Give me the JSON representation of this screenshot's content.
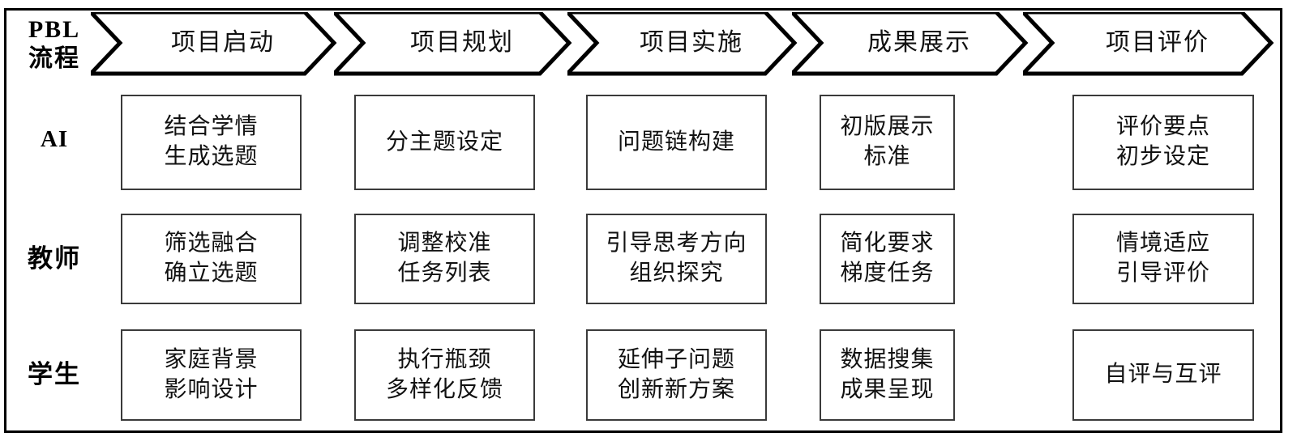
{
  "figure": {
    "title_label_line1": "PBL",
    "title_label_line2": "流程",
    "border_color": "#000000",
    "cell_border_color": "#3a3a3a",
    "background": "#ffffff"
  },
  "process": {
    "stages": [
      {
        "label": "项目启动"
      },
      {
        "label": "项目规划"
      },
      {
        "label": "项目实施"
      },
      {
        "label": "成果展示"
      },
      {
        "label": "项目评价"
      }
    ]
  },
  "rows": [
    {
      "label": "AI",
      "script": "latin",
      "cells": [
        {
          "lines": [
            "结合学情",
            "生成选题"
          ]
        },
        {
          "lines": [
            "分主题设定"
          ]
        },
        {
          "lines": [
            "问题链构建"
          ]
        },
        {
          "lines": [
            "初版展示",
            "标准"
          ]
        },
        {
          "lines": [
            "评价要点",
            "初步设定"
          ]
        }
      ]
    },
    {
      "label": "教师",
      "script": "cjk",
      "cells": [
        {
          "lines": [
            "筛选融合",
            "确立选题"
          ]
        },
        {
          "lines": [
            "调整校准",
            "任务列表"
          ]
        },
        {
          "lines": [
            "引导思考方向",
            "组织探究"
          ]
        },
        {
          "lines": [
            "简化要求",
            "梯度任务"
          ]
        },
        {
          "lines": [
            "情境适应",
            "引导评价"
          ]
        }
      ]
    },
    {
      "label": "学生",
      "script": "cjk",
      "cells": [
        {
          "lines": [
            "家庭背景",
            "影响设计"
          ]
        },
        {
          "lines": [
            "执行瓶颈",
            "多样化反馈"
          ]
        },
        {
          "lines": [
            "延伸子问题",
            "创新新方案"
          ]
        },
        {
          "lines": [
            "数据搜集",
            "成果呈现"
          ]
        },
        {
          "lines": [
            "自评与互评"
          ]
        }
      ]
    }
  ],
  "layout": {
    "columns_x": [
      149,
      437,
      723,
      1011,
      1323
    ],
    "columns_w": [
      223,
      223,
      223,
      167,
      224
    ],
    "rows_y": [
      117,
      264,
      407
    ],
    "rows_h": [
      118,
      112,
      113
    ],
    "chevrons_x": [
      112,
      412,
      700,
      977,
      1262
    ],
    "chevrons_w": [
      300,
      290,
      280,
      288,
      306
    ]
  }
}
